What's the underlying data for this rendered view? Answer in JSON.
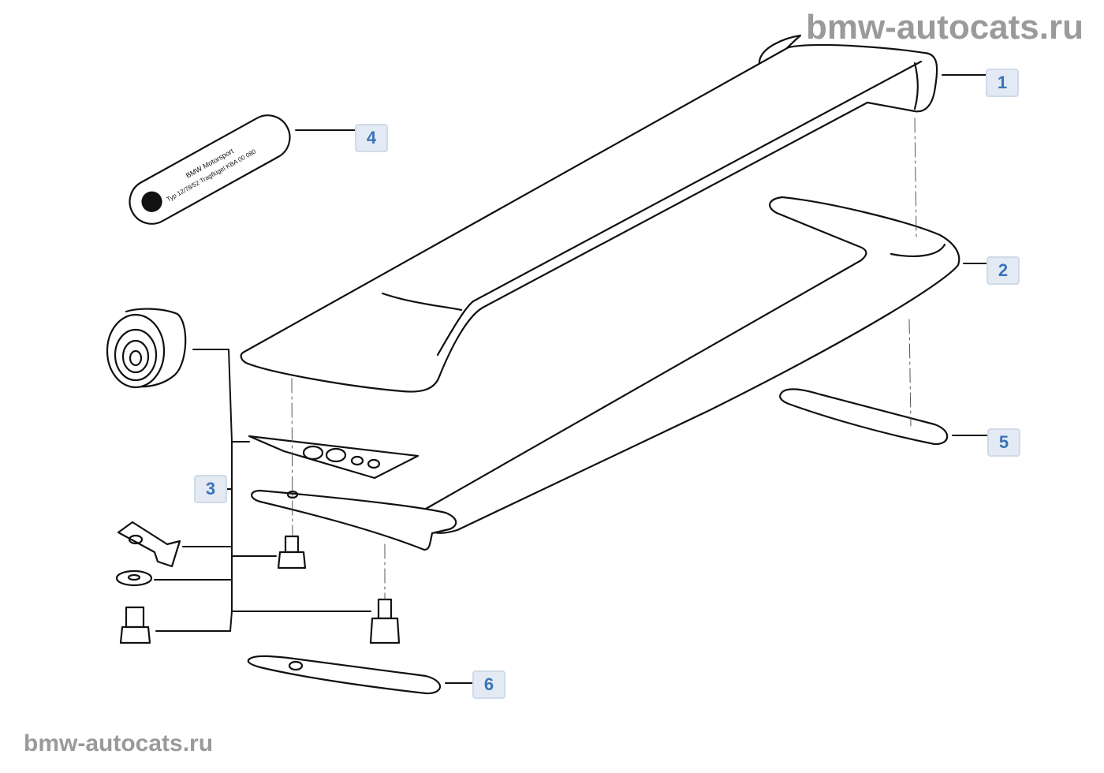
{
  "watermark_top": "bmw-autocats.ru",
  "watermark_bottom": "bmw-autocats.ru",
  "plate_text": [
    "BMW  Motorsport",
    "Typ 12/78/52 Tragflügel KBA 00 080"
  ],
  "callouts": [
    {
      "label": "1",
      "part": "rear-spoiler-wing"
    },
    {
      "label": "2",
      "part": "spoiler-base"
    },
    {
      "label": "3",
      "part": "mounting-hardware"
    },
    {
      "label": "4",
      "part": "identification-plate"
    },
    {
      "label": "5",
      "part": "gasket-right"
    },
    {
      "label": "6",
      "part": "gasket-left"
    }
  ],
  "colors": {
    "badge_bg": "#e3eaf3",
    "badge_text": "#3a73b9",
    "watermark": "#9a9a9a"
  }
}
